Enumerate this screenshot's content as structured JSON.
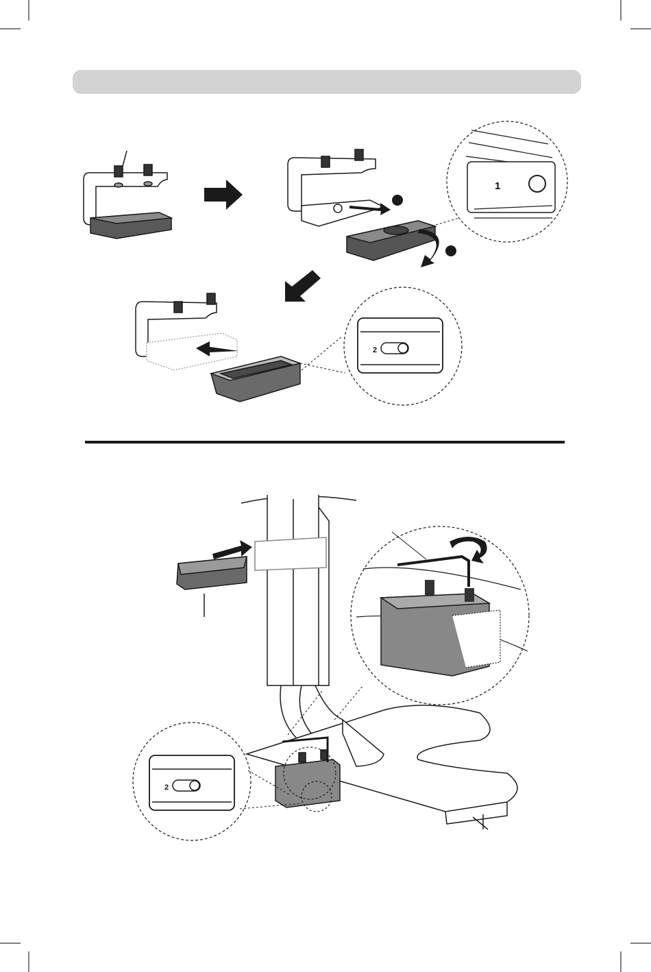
{
  "step1": {
    "bar_label": "",
    "detail_plate_number": "1",
    "insert_slot_number": "2"
  },
  "step2": {
    "insert_slot_number": "2"
  },
  "colors": {
    "bar": "#d3d3d3",
    "part_dark": "#4a4a4a",
    "part_mid": "#7a7a7a",
    "line": "#1a1a1a"
  }
}
